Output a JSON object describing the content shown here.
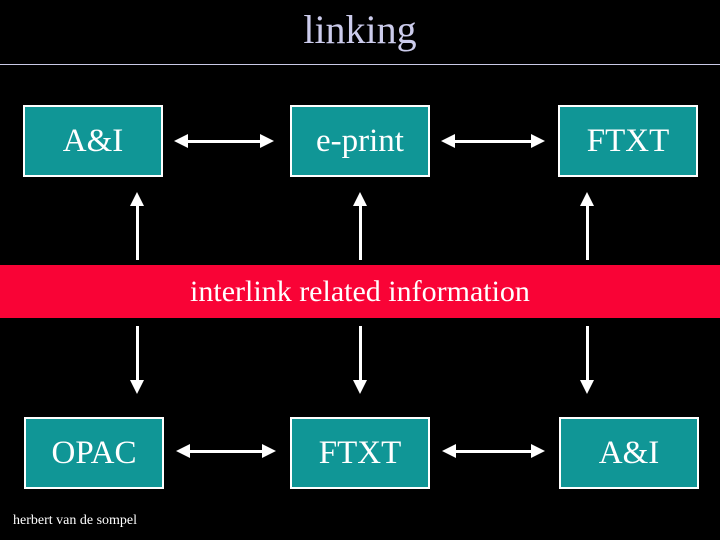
{
  "slide": {
    "title": "linking",
    "footer": "herbert van de sompel",
    "band": {
      "label": "interlink related information",
      "color": "#f90336",
      "text_color": "#ffffff"
    },
    "box_style": {
      "fill": "#109696",
      "border": "#ffffff",
      "text_color": "#ffffff"
    },
    "colors": {
      "background": "#000000",
      "title_text": "#ccccec",
      "title_rule": "#c9c9e6",
      "arrow": "#ffffff"
    },
    "rows": {
      "top": [
        {
          "label": "A&I"
        },
        {
          "label": "e-print"
        },
        {
          "label": "FTXT"
        }
      ],
      "bottom": [
        {
          "label": "OPAC"
        },
        {
          "label": "FTXT"
        },
        {
          "label": "A&I"
        }
      ]
    }
  }
}
